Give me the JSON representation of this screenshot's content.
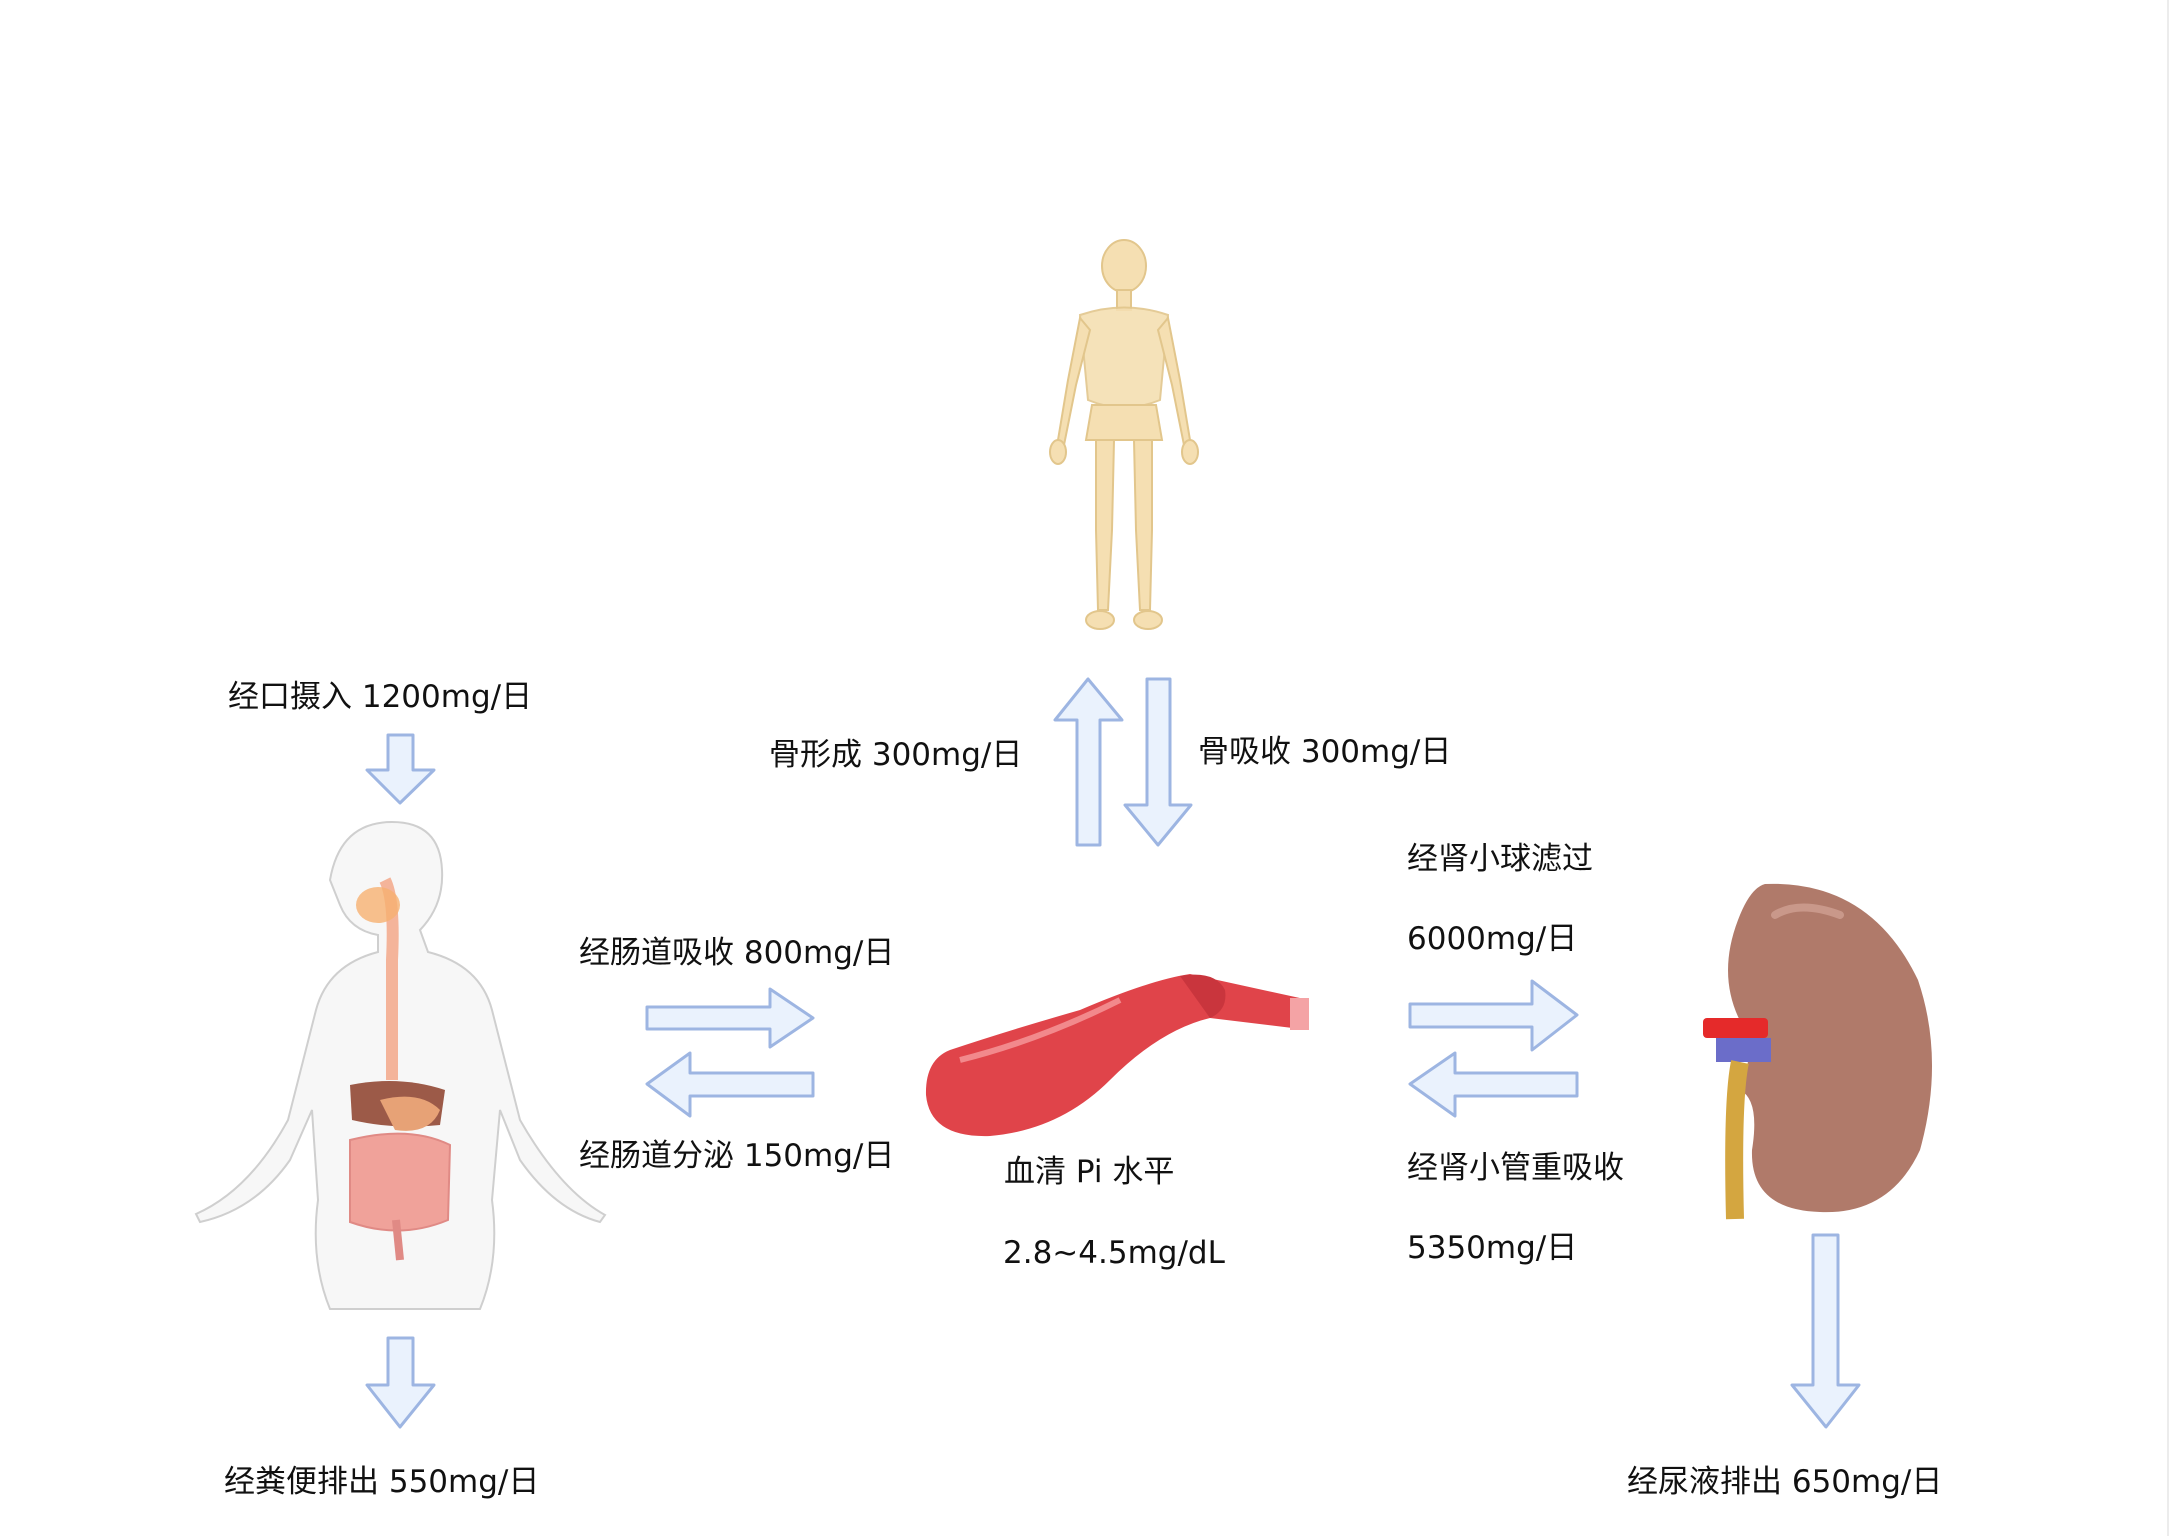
{
  "labels": {
    "oral_intake": "经口摄入 1200mg/日",
    "bone_formation": "骨形成 300mg/日",
    "bone_resorption": "骨吸收 300mg/日",
    "glomerular_filtration": "经肾小球滤过",
    "glomerular_filtration_value": "6000mg/日",
    "intestinal_absorption": "经肠道吸收 800mg/日",
    "intestinal_secretion": "经肠道分泌 150mg/日",
    "serum_pi": "血清 Pi 水平",
    "serum_pi_range": "2.8~4.5mg/dL",
    "tubular_reabsorption": "经肾小管重吸收",
    "tubular_reabsorption_value": "5350mg/日",
    "fecal_excretion": "经粪便排出 550mg/日",
    "urinary_excretion": "经尿液排出 650mg/日"
  },
  "colors": {
    "arrow_fill": "#eaf2fd",
    "arrow_stroke": "#9db5e2",
    "bone": "#f3d9a6",
    "blood_vessel": "#e0444a",
    "kidney": "#b07a6a",
    "ureter": "#d4a640"
  }
}
